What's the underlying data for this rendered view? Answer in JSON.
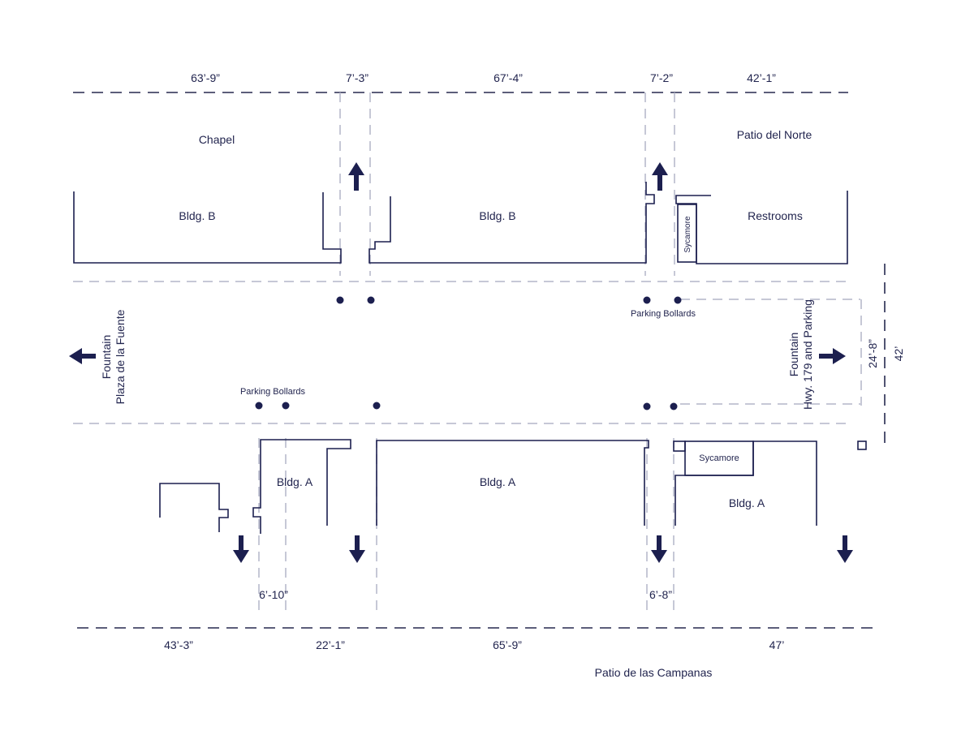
{
  "top_dimensions": [
    "63’-9”",
    "7’-3”",
    "67’-4”",
    "7’-2”",
    "42’-1”"
  ],
  "bottom_dimensions": [
    "43’-3”",
    "22’-1”",
    "65’-9”",
    "47’"
  ],
  "passage_widths": [
    "6’-10”",
    "6’-8”"
  ],
  "right_dimensions": [
    "24’-8”",
    "42’"
  ],
  "areas": {
    "chapel": "Chapel",
    "patio_norte": "Patio del Norte",
    "patio_campanas": "Patio de las Campanas"
  },
  "buildings": {
    "bldg_b": "Bldg. B",
    "bldg_a": "Bldg. A",
    "restrooms": "Restrooms",
    "sycamore": "Sycamore"
  },
  "bollards_label": "Parking Bollards",
  "left_exit": {
    "line1": "Fountain",
    "line2": "Plaza de la Fuente"
  },
  "right_exit": {
    "line1": "Fountain",
    "line2": "Hwy. 179 and Parking"
  },
  "colors": {
    "ink": "#1c1f4f",
    "guide": "#b3b6c9"
  }
}
